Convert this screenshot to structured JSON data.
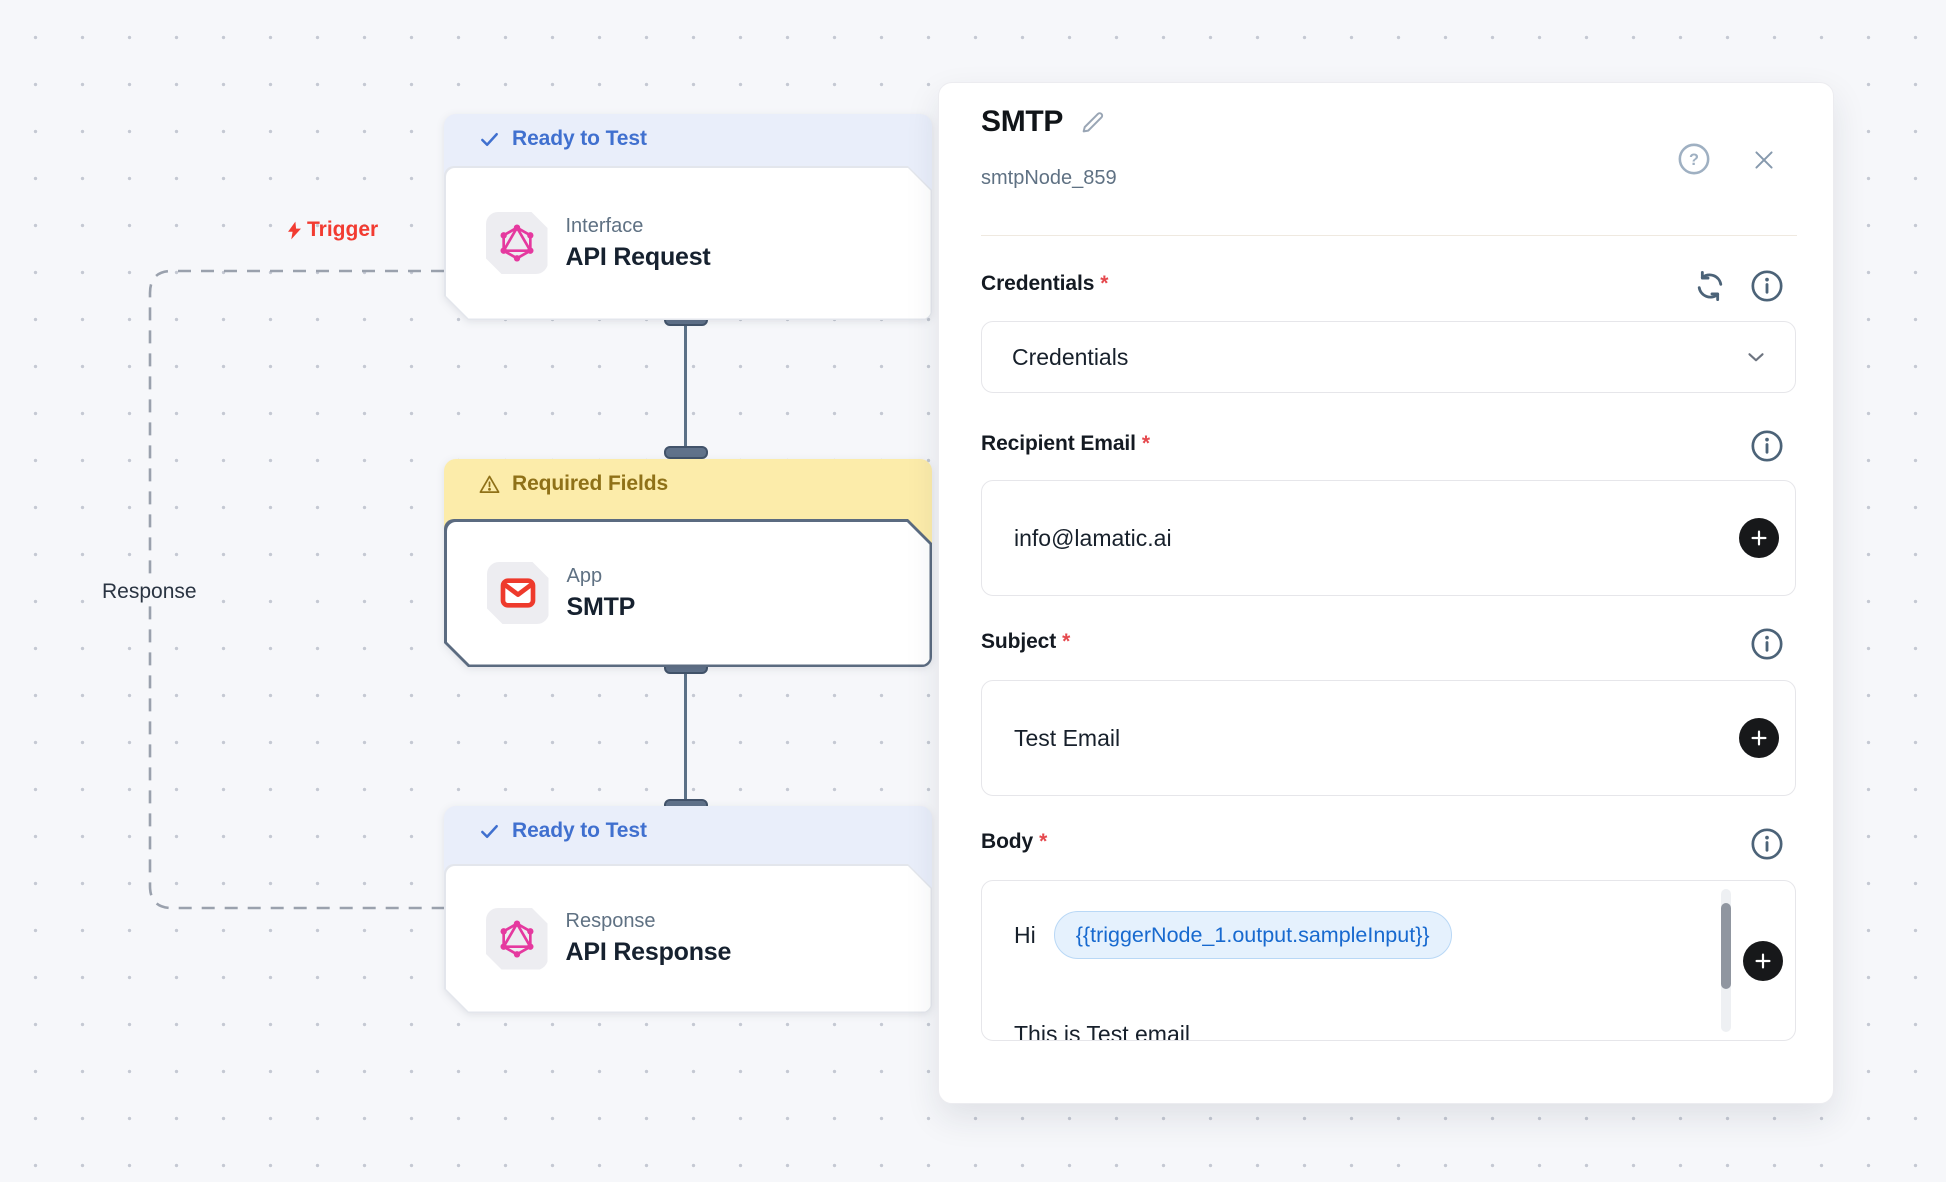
{
  "canvas": {
    "trigger_label": "Trigger",
    "response_label": "Response",
    "nodes": [
      {
        "badge": "Ready to Test",
        "category": "Interface",
        "title": "API Request"
      },
      {
        "badge": "Required Fields",
        "category": "App",
        "title": "SMTP"
      },
      {
        "badge": "Ready to Test",
        "category": "Response",
        "title": "API Response"
      }
    ]
  },
  "panel": {
    "title": "SMTP",
    "node_id": "smtpNode_859",
    "credentials": {
      "label": "Credentials",
      "required": "*",
      "value": "Credentials"
    },
    "recipient": {
      "label": "Recipient Email",
      "required": "*",
      "value": "info@lamatic.ai"
    },
    "subject": {
      "label": "Subject",
      "required": "*",
      "value": "Test Email"
    },
    "body": {
      "label": "Body",
      "required": "*",
      "text_before": "Hi",
      "variable_chip": "{{triggerNode_1.output.sampleInput}}",
      "overflow_text": "This is Test email"
    }
  },
  "colors": {
    "badge_blue_text": "#4070cf",
    "badge_yellow_bg": "#fcecaa",
    "badge_yellow_text": "#8f7118",
    "trigger_red": "#f23b31",
    "graphql_pink": "#e5399f",
    "smtp_red": "#ee3a2c",
    "chip_text": "#1769cf",
    "connector": "#5b7086"
  }
}
